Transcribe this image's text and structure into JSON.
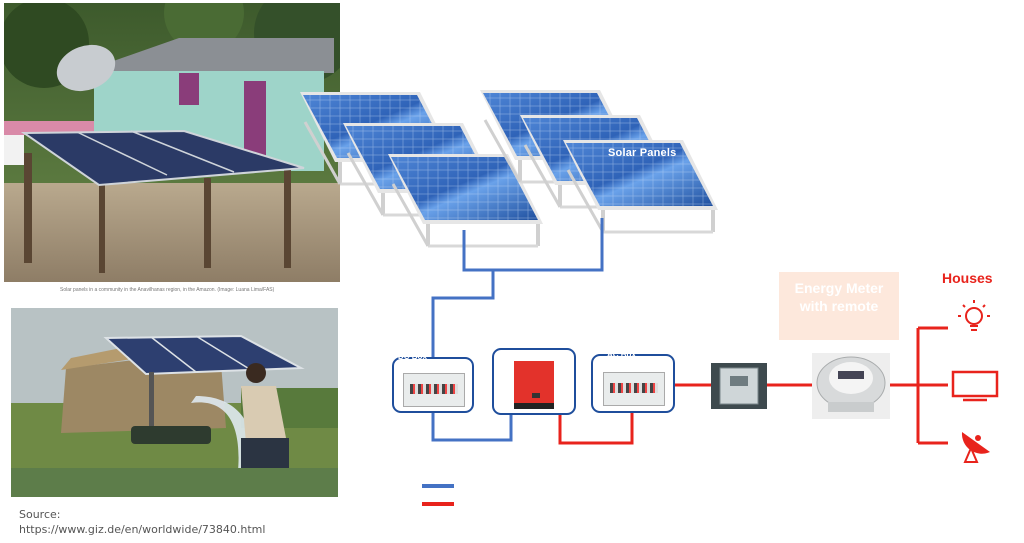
{
  "photos": {
    "top": {
      "caption": "Solar panels in a community in the Anavilhanas region, in the Amazon. (Image: Luana Lima/FAS)"
    },
    "bottom": {}
  },
  "diagram": {
    "panels_label": "Solar Panels",
    "boxes": [
      {
        "name": "dc-combiner",
        "label": "DC Box"
      },
      {
        "name": "inverter",
        "label": ""
      },
      {
        "name": "ac-box",
        "label": "AC Box"
      }
    ],
    "meter_label": "Energy Meter with remote",
    "houses_title": "Houses",
    "house_icons": [
      "light-bulb-icon",
      "television-icon",
      "satellite-dish-icon"
    ],
    "colors": {
      "dc": "#4472c4",
      "ac": "#e8231c",
      "houses": "#e8231c"
    }
  },
  "source": {
    "label": "Source:",
    "url": "https://www.giz.de/en/worldwide/73840.html"
  }
}
